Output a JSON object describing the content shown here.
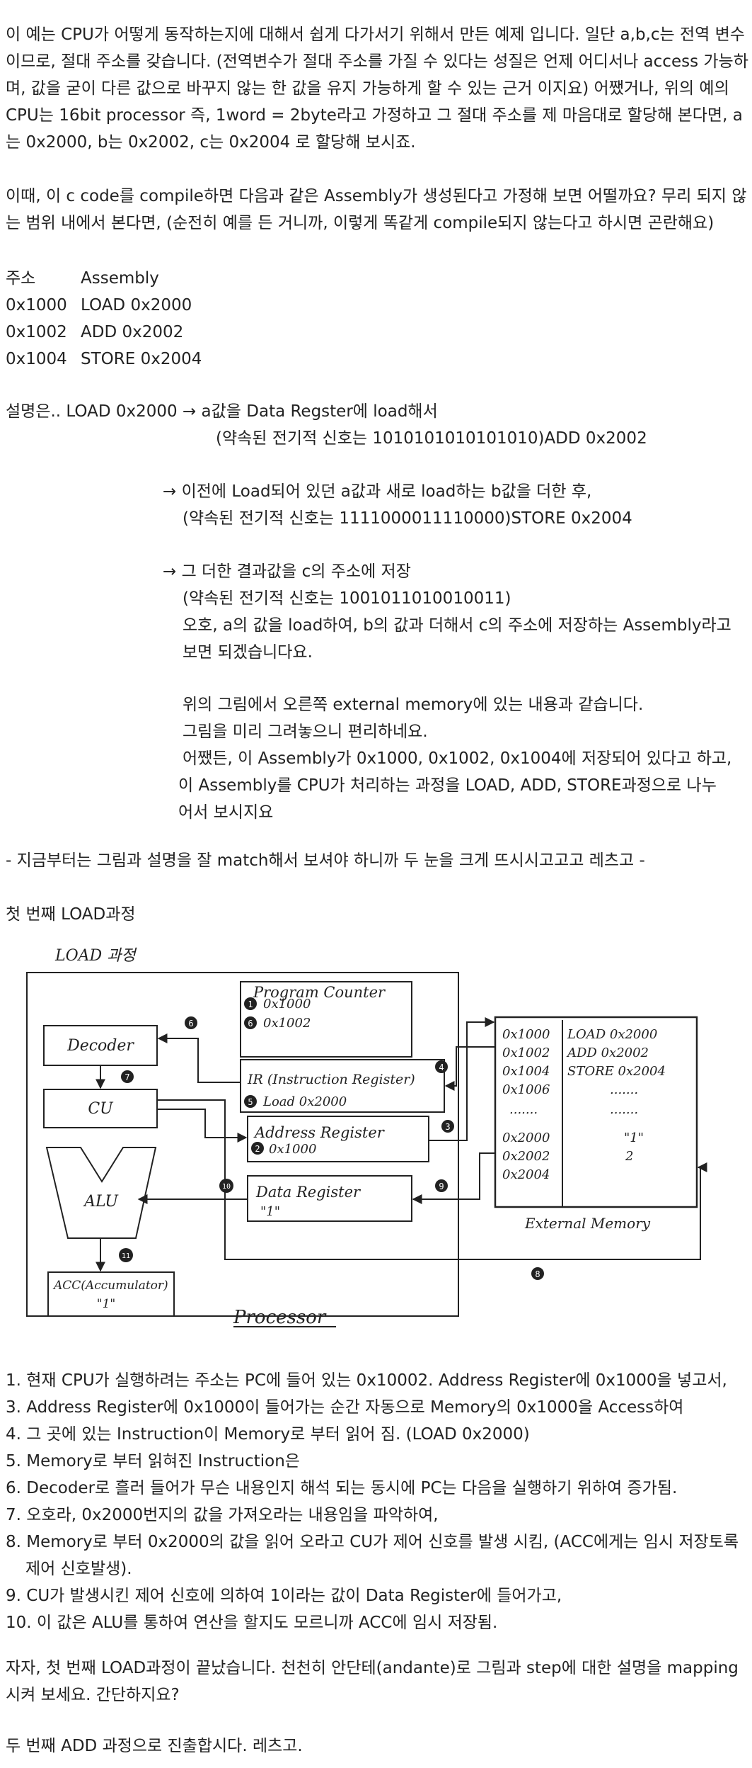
{
  "intro": {
    "p1": "이 예는 CPU가 어떻게 동작하는지에 대해서 쉽게 다가서기 위해서 만든 예제 입니다. 일단 a,b,c는 전역 변수 이므로, 절대 주소를 갖습니다. (전역변수가 절대 주소를 가질 수 있다는 성질은 언제 어디서나 access 가능하며, 값을 굳이 다른 값으로 바꾸지 않는 한 값을 유지 가능하게 할 수 있는 근거 이지요) 어쨌거나, 위의 예의 CPU는 16bit processor 즉, 1word = 2byte라고 가정하고 그 절대 주소를 제 마음대로 할당해 본다면, a는 0x2000, b는 0x2002, c는 0x2004 로 할당해 보시죠.",
    "p2": "이때, 이 c code를 compile하면 다음과 같은 Assembly가 생성된다고 가정해 보면 어떨까요? 무리 되지 않는 범위 내에서 본다면, (순전히 예를 든 거니까, 이렇게 똑같게 compile되지 않는다고 하시면 곤란해요)"
  },
  "assembly_table": {
    "header": [
      "주소",
      "Assembly"
    ],
    "rows": [
      [
        "0x1000",
        "LOAD 0x2000"
      ],
      [
        "0x1002",
        "ADD 0x2002"
      ],
      [
        "0x1004",
        "STORE 0x2004"
      ]
    ]
  },
  "explanation": {
    "line1": "설명은.. LOAD 0x2000  →  a값을 Data Regster에 load해서",
    "line2": "(약속된 전기적 신호는 1010101010101010)ADD 0x2002",
    "line3": "→ 이전에 Load되어 있던 a값과 새로 load하는 b값을 더한 후,",
    "line4": "(약속된 전기적 신호는 1111000011110000)STORE 0x2004",
    "line5": "→  그 더한 결과값을 c의 주소에 저장",
    "line6": "(약속된 전기적 신호는 1001011010010011)",
    "line7": "오호, a의 값을 load하여,  b의 값과 더해서 c의 주소에 저장하는 Assembly라고",
    "line8": "보면 되겠습니다요.",
    "line9": "위의 그림에서 오른쪽 external memory에 있는 내용과 같습니다.",
    "line10": "그림을 미리 그려놓으니 편리하네요.",
    "line11": "어쨌든, 이 Assembly가 0x1000, 0x1002, 0x1004에 저장되어 있다고 하고,",
    "line12": "이 Assembly를 CPU가 처리하는 과정을 LOAD, ADD, STORE과정으로 나누",
    "line13": "어서 보시지요"
  },
  "notice": "- 지금부터는 그림과 설명을 잘 match해서 보셔야 하니까 두 눈을 크게 뜨시시고고고 레츠고 -",
  "section_title": "첫 번째 LOAD과정",
  "diagram": {
    "title": "LOAD 과정",
    "decoder": "Decoder",
    "cu": "CU",
    "alu": "ALU",
    "acc": "ACC(Accumulator)",
    "acc_value": "\"1\"",
    "processor": "Processor",
    "pc_title": "Program Counter",
    "pc_v1": "0x1000",
    "pc_v2": "0x1002",
    "ir_title": "IR (Instruction Register)",
    "ir_value": "Load 0x2000",
    "ar_title": "Address Register",
    "ar_value": "0x1000",
    "dr_title": "Data Register",
    "dr_value": "\"1\"",
    "memory_label": "External Memory",
    "mem_addrs": [
      "0x1000",
      "0x1002",
      "0x1004",
      "0x1006",
      ".......",
      "0x2000",
      "0x2002",
      "0x2004"
    ],
    "mem_vals": [
      "LOAD 0x2000",
      "ADD 0x2002",
      "STORE 0x2004",
      ".......",
      ".......",
      "\"1\"",
      "2",
      ""
    ],
    "nums": [
      "1",
      "2",
      "3",
      "4",
      "5",
      "6",
      "7",
      "8",
      "9",
      "10",
      "11"
    ]
  },
  "steps": [
    "1. 현재 CPU가 실행하려는 주소는 PC에 들어 있는 0x10002. Address Register에 0x1000을 넣고서,",
    "3. Address Register에 0x1000이 들어가는 순간 자동으로 Memory의 0x1000을 Access하여",
    "4. 그 곳에 있는 Instruction이 Memory로 부터 읽어 짐. (LOAD 0x2000)",
    "5. Memory로 부터 읽혀진 Instruction은",
    "6. Decoder로 흘러 들어가 무슨 내용인지 해석 되는 동시에 PC는 다음을 실행하기 위하여 증가됨.",
    "7. 오호라, 0x2000번지의 값을 가져오라는 내용임을 파악하여,",
    "8. Memory로 부터 0x2000의 값을 읽어 오라고 CU가 제어 신호를 발생 시킴, (ACC에게는 임시 저장토록 제어 신호발생).",
    "9. CU가 발생시킨 제어 신호에 의하여 1이라는 값이 Data Register에 들어가고,",
    "10. 이 값은 ALU를 통하여 연산을 할지도 모르니까 ACC에 임시 저장됨."
  ],
  "closing1": "자자, 첫 번째 LOAD과정이 끝났습니다. 천천히 안단테(andante)로 그림과 step에 대한 설명을 mapping시켜 보세요. 간단하지요?",
  "closing2": "두 번째 ADD 과정으로 진출합시다. 레츠고."
}
